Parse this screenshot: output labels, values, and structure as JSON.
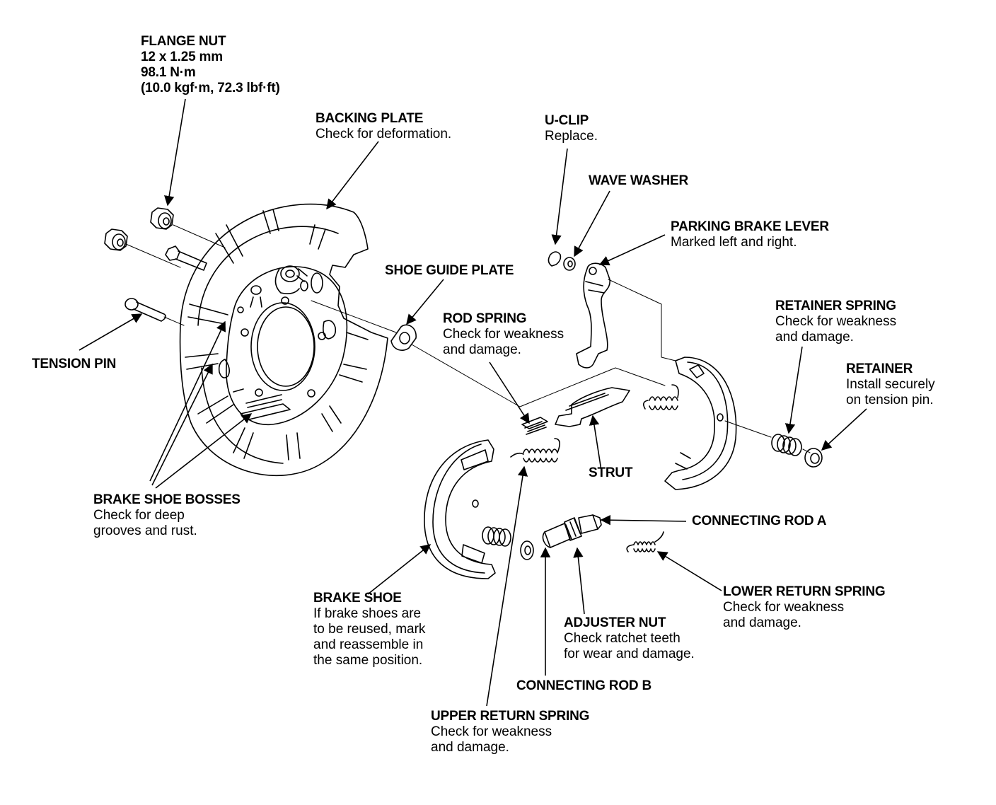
{
  "labels": {
    "flange_nut": {
      "title": "FLANGE NUT",
      "lines": [
        "12 x 1.25 mm",
        "98.1 N·m",
        "(10.0 kgf·m, 72.3 lbf·ft)"
      ]
    },
    "backing_plate": {
      "title": "BACKING PLATE",
      "desc": "Check for deformation."
    },
    "u_clip": {
      "title": "U-CLIP",
      "desc": "Replace."
    },
    "wave_washer": {
      "title": "WAVE WASHER"
    },
    "parking_brake_lever": {
      "title": "PARKING BRAKE LEVER",
      "desc": "Marked left and right."
    },
    "shoe_guide_plate": {
      "title": "SHOE GUIDE PLATE"
    },
    "rod_spring": {
      "title": "ROD SPRING",
      "desc": [
        "Check for weakness",
        "and damage."
      ]
    },
    "retainer_spring": {
      "title": "RETAINER SPRING",
      "desc": [
        "Check for weakness",
        "and damage."
      ]
    },
    "retainer": {
      "title": "RETAINER",
      "desc": [
        "Install securely",
        "on tension pin."
      ]
    },
    "tension_pin": {
      "title": "TENSION PIN"
    },
    "strut": {
      "title": "STRUT"
    },
    "brake_shoe_bosses": {
      "title": "BRAKE SHOE BOSSES",
      "desc": [
        "Check for deep",
        "grooves and rust."
      ]
    },
    "connecting_rod_a": {
      "title": "CONNECTING ROD A"
    },
    "brake_shoe": {
      "title": "BRAKE SHOE",
      "desc": [
        "If brake shoes are",
        "to be reused, mark",
        "and reassemble in",
        "the same position."
      ]
    },
    "lower_return_spring": {
      "title": "LOWER RETURN SPRING",
      "desc": [
        "Check for weakness",
        "and damage."
      ]
    },
    "adjuster_nut": {
      "title": "ADJUSTER NUT",
      "desc": [
        "Check ratchet teeth",
        "for wear and damage."
      ]
    },
    "connecting_rod_b": {
      "title": "CONNECTING ROD B"
    },
    "upper_return_spring": {
      "title": "UPPER RETURN SPRING",
      "desc": [
        "Check for weakness",
        "and damage."
      ]
    }
  }
}
